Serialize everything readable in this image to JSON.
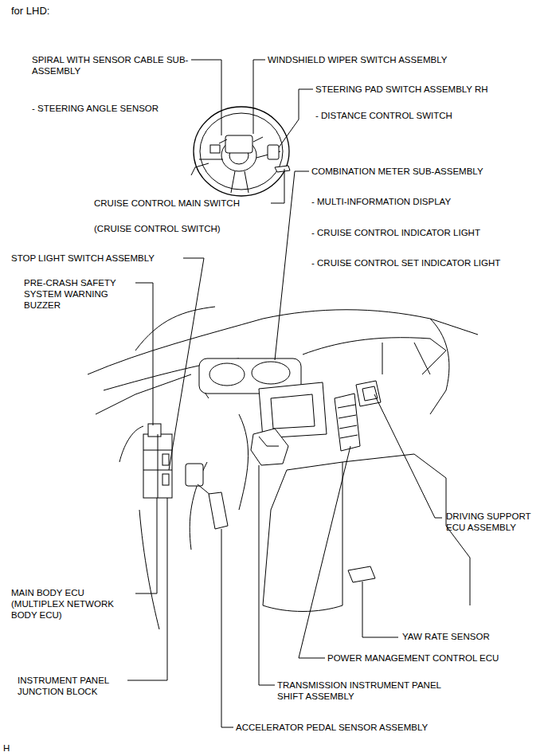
{
  "diagram": {
    "title": "for LHD:",
    "labels": [
      "SPIRAL WITH SENSOR CABLE SUB-ASSEMBLY",
      "- STEERING ANGLE SENSOR",
      "WINDSHIELD WIPER SWITCH ASSEMBLY",
      "STEERING PAD SWITCH ASSEMBLY RH",
      "- DISTANCE CONTROL SWITCH",
      "COMBINATION METER SUB-ASSEMBLY",
      "CRUISE CONTROL MAIN SWITCH",
      "- MULTI-INFORMATION DISPLAY",
      "(CRUISE CONTROL SWITCH)",
      "- CRUISE CONTROL INDICATOR LIGHT",
      "STOP LIGHT SWITCH ASSEMBLY",
      "- CRUISE CONTROL SET INDICATOR LIGHT",
      "PRE-CRASH SAFETY SYSTEM WARNING BUZZER",
      "DRIVING SUPPORT ECU ASSEMBLY",
      "MAIN BODY ECU (MULTIPLEX NETWORK BODY ECU)",
      "YAW RATE SENSOR",
      "POWER MANAGEMENT CONTROL ECU",
      "INSTRUMENT PANEL JUNCTION BLOCK",
      "TRANSMISSION INSTRUMENT PANEL SHIFT ASSEMBLY",
      "ACCELERATOR PEDAL SENSOR ASSEMBLY",
      "H"
    ]
  }
}
